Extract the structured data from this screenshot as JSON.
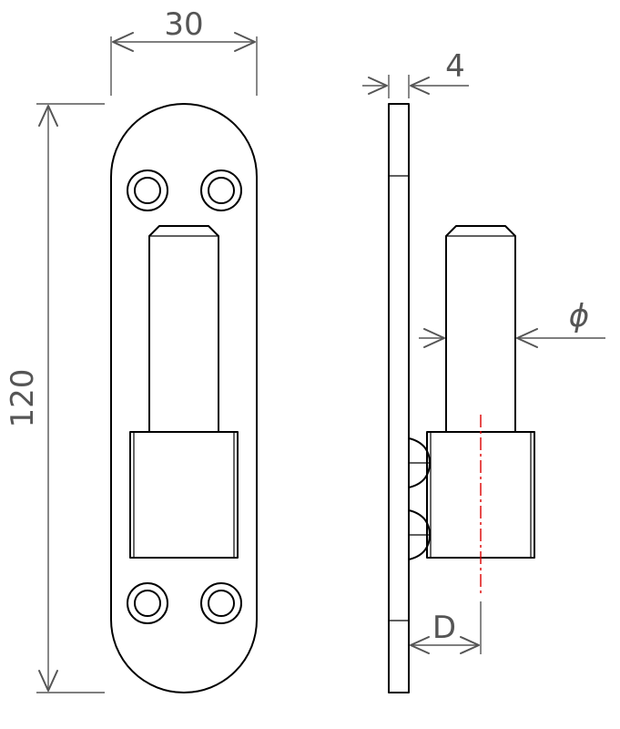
{
  "dimensions": {
    "width": "30",
    "height": "120",
    "thickness": "4",
    "diameter": "ϕ",
    "offset": "D"
  },
  "colors": {
    "outline": "#000000",
    "dimension": "#555555",
    "centerline": "#dd0000",
    "background": "#ffffff"
  }
}
